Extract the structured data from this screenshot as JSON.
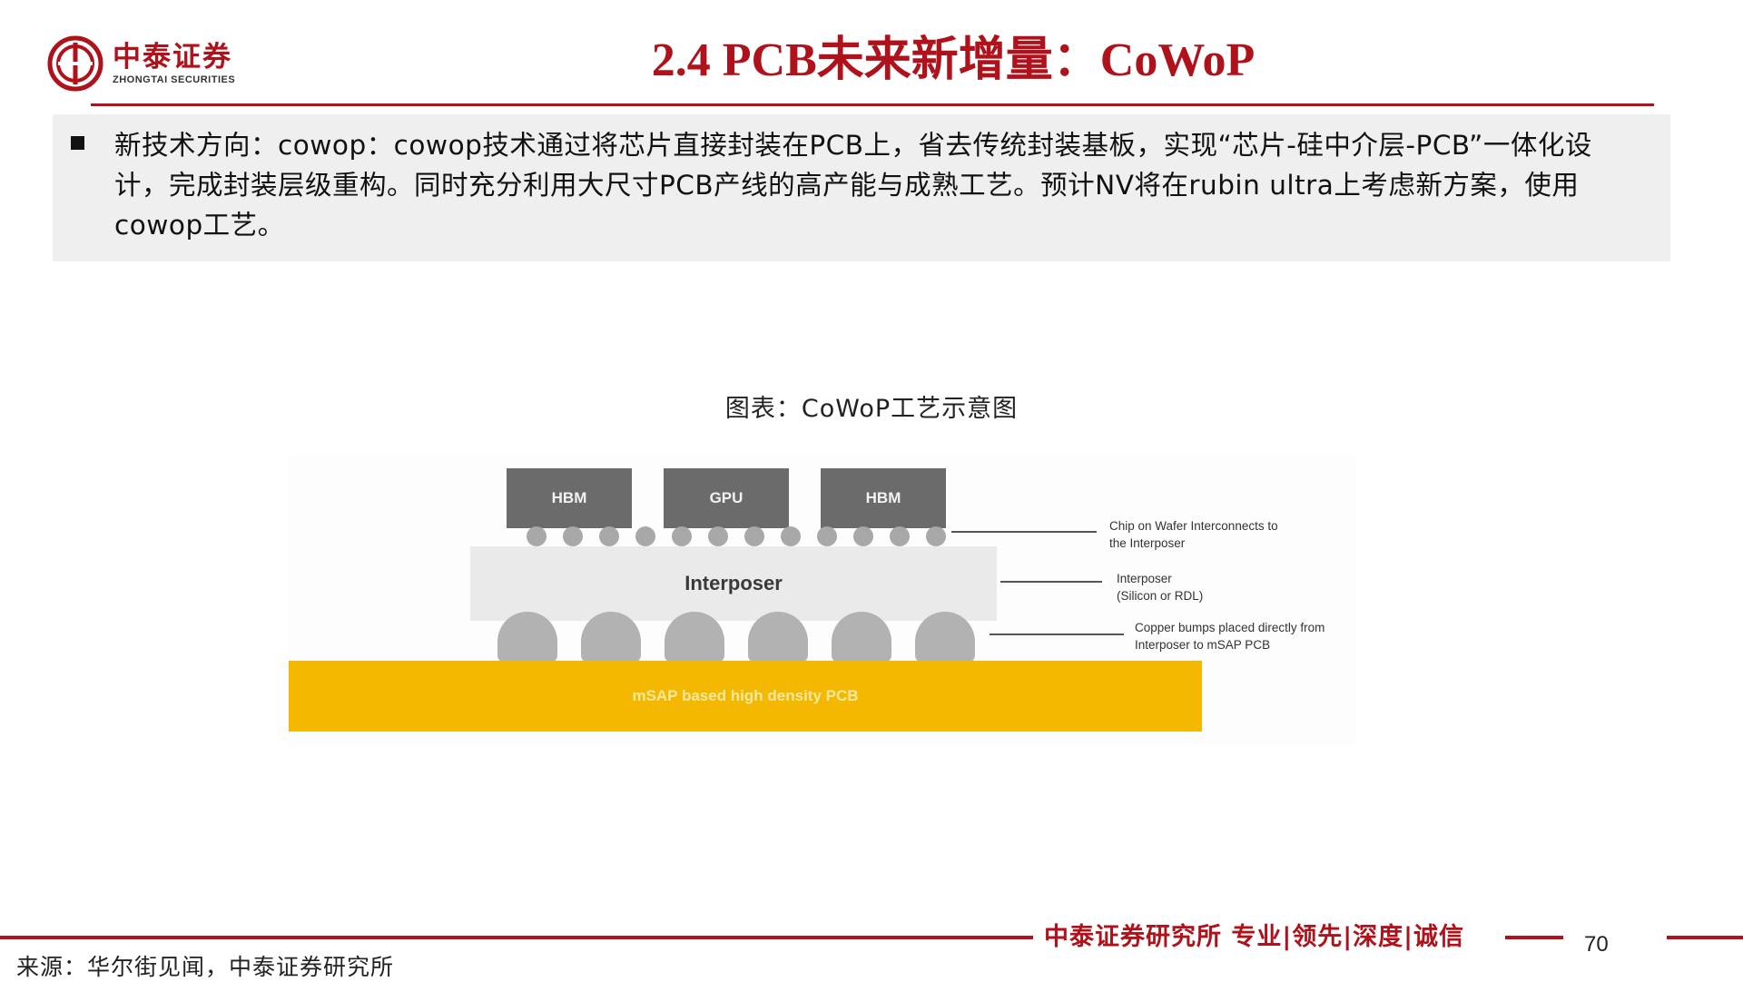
{
  "header": {
    "logo_cn": "中泰证券",
    "logo_en": "ZHONGTAI SECURITIES",
    "title": "2.4 PCB未来新增量：CoWoP"
  },
  "summary": {
    "text": "新技术方向：cowop：cowop技术通过将芯片直接封装在PCB上，省去传统封装基板，实现“芯片-硅中介层-PCB”一体化设计，完成封装层级重构。同时充分利用大尺寸PCB产线的高产能与成熟工艺。预计NV将在rubin ultra上考虑新方案，使用cowop工艺。"
  },
  "figure": {
    "caption": "图表：CoWoP工艺示意图",
    "chips": [
      "HBM",
      "GPU",
      "HBM"
    ],
    "interposer_label": "Interposer",
    "pcb_label": "mSAP based high density PCB",
    "annotations": [
      "Chip on Wafer Interconnects to\nthe Interposer",
      "Interposer\n(Silicon or RDL)",
      "Copper bumps placed directly from\nInterposer to mSAP PCB"
    ]
  },
  "footer": {
    "tagline": "中泰证券研究所 专业|领先|深度|诚信",
    "page_number": "70",
    "source": "来源：华尔街见闻，中泰证券研究所"
  },
  "colors": {
    "brand_red": "#b0121b",
    "chip_gray": "#6b6b6b",
    "pcb_yellow": "#f5b800"
  }
}
